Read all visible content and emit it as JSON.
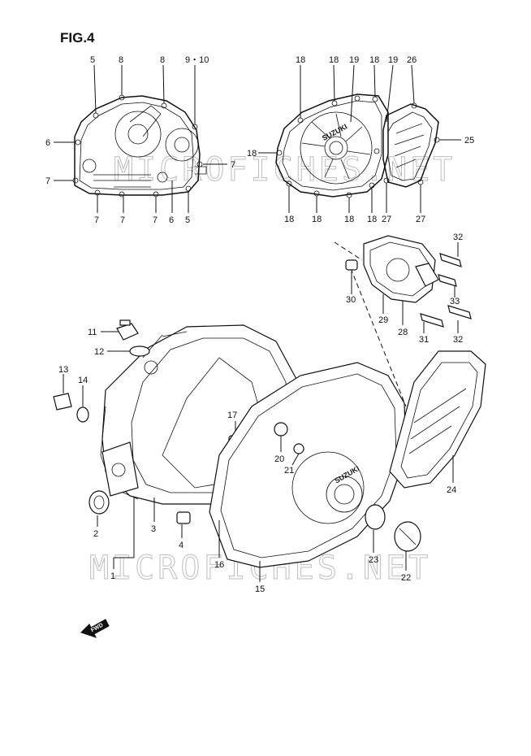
{
  "figure": {
    "title": "FIG.4"
  },
  "watermark": "MICROFICHES.NET",
  "brand_mark": "SUZUKI",
  "fwd_arrow": "FWD",
  "callouts": {
    "c5a": "5",
    "c8a": "8",
    "c8b": "8",
    "c9_10": "9・10",
    "c6a": "6",
    "c7a": "7",
    "c7b": "7",
    "c7c": "7",
    "c7d": "7",
    "c7e": "7",
    "c6b": "6",
    "c5b": "5",
    "c18a": "18",
    "c18b": "18",
    "c19a": "19",
    "c18c": "18",
    "c19b": "19",
    "c26": "26",
    "c18d": "18",
    "c25": "25",
    "c18e": "18",
    "c18f": "18",
    "c18g": "18",
    "c18h": "18",
    "c27a": "27",
    "c27b": "27",
    "c32a": "32",
    "c30": "30",
    "c29": "29",
    "c28": "28",
    "c33": "33",
    "c31": "31",
    "c32b": "32",
    "c11": "11",
    "c12": "12",
    "c13": "13",
    "c14": "14",
    "c17": "17",
    "c20": "20",
    "c21": "21",
    "c24": "24",
    "c2": "2",
    "c3": "3",
    "c4": "4",
    "c16": "16",
    "c15": "15",
    "c1": "1",
    "c23": "23",
    "c22": "22"
  }
}
